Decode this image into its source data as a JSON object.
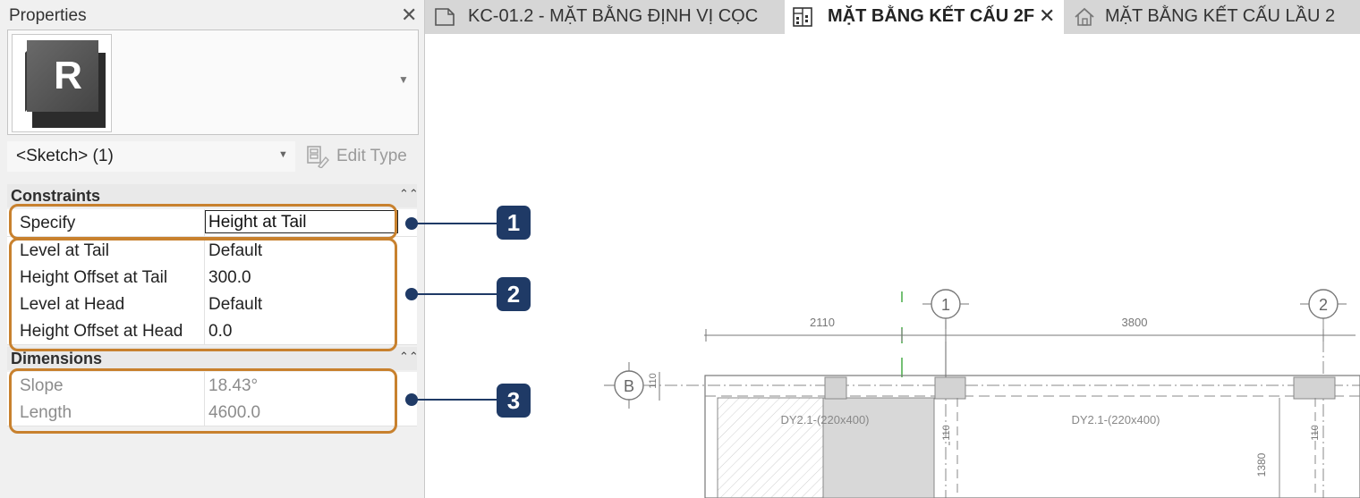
{
  "properties": {
    "title": "Properties",
    "type_selector": "<Sketch> (1)",
    "edit_type_label": "Edit Type",
    "logo_letter": "R",
    "groups": {
      "constraints": "Constraints",
      "dimensions": "Dimensions"
    },
    "rows": {
      "specify": {
        "name": "Specify",
        "value": "Height at Tail"
      },
      "level_tail": {
        "name": "Level at Tail",
        "value": "Default"
      },
      "offset_tail": {
        "name": "Height Offset at Tail",
        "value": "300.0"
      },
      "level_head": {
        "name": "Level at Head",
        "value": "Default"
      },
      "offset_head": {
        "name": "Height Offset at Head",
        "value": "0.0"
      },
      "slope": {
        "name": "Slope",
        "value": "18.43°"
      },
      "length": {
        "name": "Length",
        "value": "4600.0"
      }
    }
  },
  "tabs": [
    {
      "label": "KC-01.2 - MẶT BẰNG ĐỊNH VỊ CỌC",
      "icon": "sheet-icon",
      "active": false
    },
    {
      "label": "MẶT BẰNG KẾT CẤU 2F",
      "icon": "floor-plan-icon",
      "active": true
    },
    {
      "label": "MẶT BẰNG KẾT CẤU LẦU 2",
      "icon": "house-icon",
      "active": false
    }
  ],
  "drawing": {
    "grid_1": "1",
    "grid_2": "2",
    "grid_b": "B",
    "dim_left": "2110",
    "dim_span": "3800",
    "dim_b_offset": "110",
    "beam_label_1": "DY2.1-(220x400)",
    "beam_label_2": "DY2.1-(220x400)",
    "dim_col1": "110",
    "dim_col2": "110",
    "dim_vertical": "1380"
  },
  "callouts": {
    "c1": "1",
    "c2": "2",
    "c3": "3"
  },
  "colors": {
    "callout_navy": "#1f3a66",
    "highlight_orange": "#c8812e",
    "panel_bg": "#f0f0f0"
  }
}
